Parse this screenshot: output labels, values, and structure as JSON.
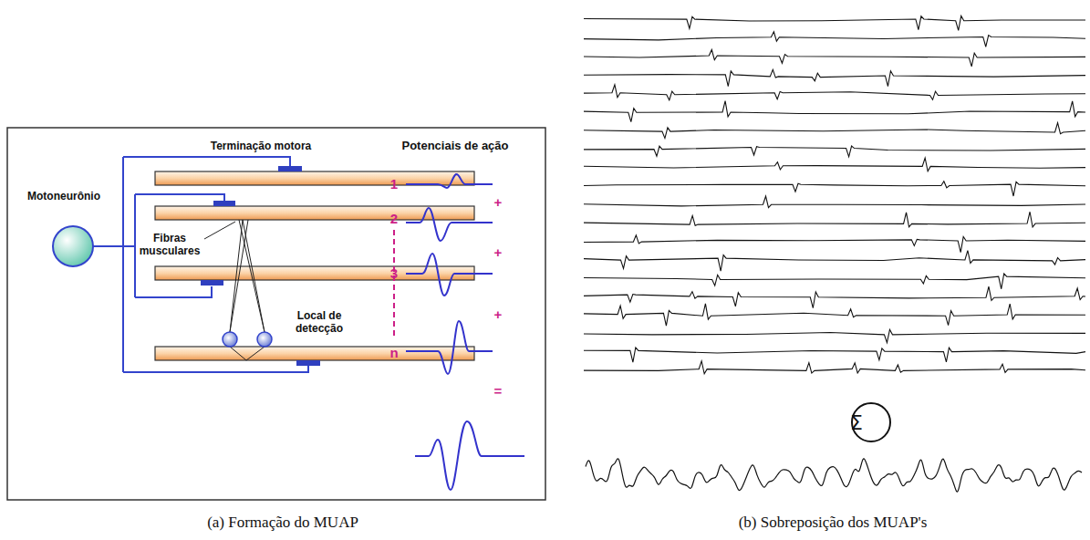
{
  "diagram": {
    "nodes": [
      {
        "text": [
          "Motoneurônio"
        ]
      },
      {
        "text": [
          "Σ"
        ]
      }
    ],
    "labels": [
      "Terminação motora",
      "Potenciais de ação",
      "Fibras musculares",
      "Local de detecção",
      "1",
      "+",
      "2",
      "+",
      "3",
      "+",
      "n",
      "=",
      "(a) Formação do MUAP",
      "(b) Sobreposição dos MUAP's"
    ]
  }
}
